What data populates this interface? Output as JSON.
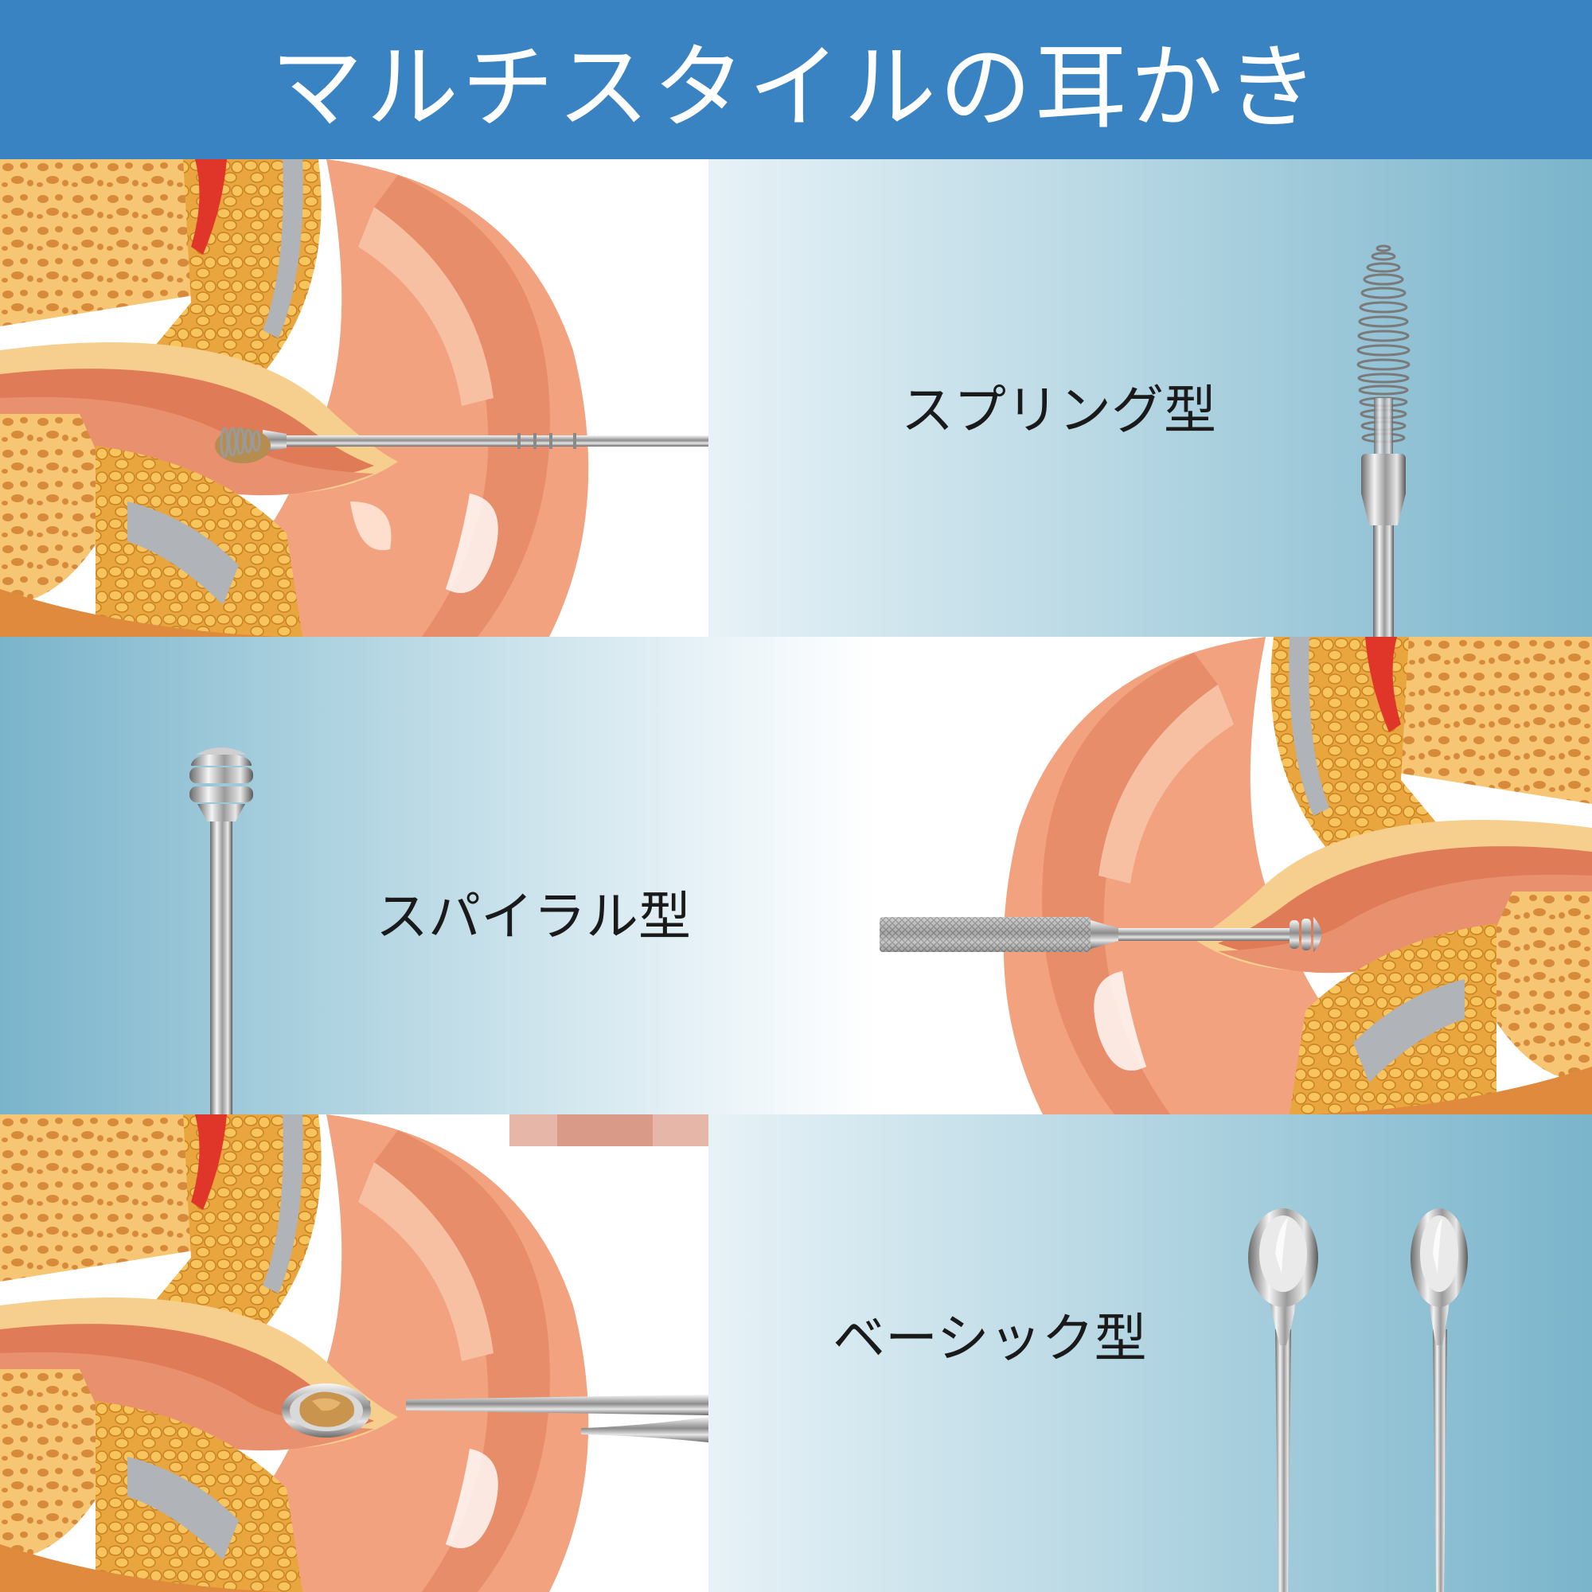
{
  "header": {
    "title": "マルチスタイルの耳かき"
  },
  "styles": [
    {
      "label": "スプリング型"
    },
    {
      "label": "スパイラル型"
    },
    {
      "label": "ベーシック型"
    }
  ],
  "colors": {
    "header_bg": "#3a83c3",
    "panel_gradient_light": "#eef6fa",
    "panel_gradient_dark": "#7ab4cb",
    "skin": "#f2a27e",
    "bone": "#f6c675"
  }
}
